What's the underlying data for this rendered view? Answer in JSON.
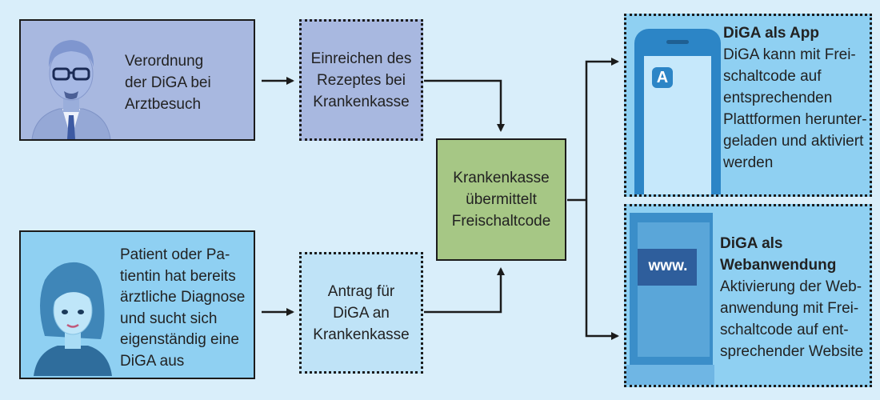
{
  "colors": {
    "background": "#d9eefa",
    "doctor_box": "#a8b8e0",
    "step_box_top": "#a8b8e0",
    "patient_box": "#8fd0f2",
    "step_box_bottom": "#bfe3f7",
    "center_box": "#a6c785",
    "output_box": "#8fd0f2"
  },
  "icons": {
    "doctor": "doctor-avatar-icon",
    "patient": "patient-avatar-icon",
    "app": "smartphone-app-icon",
    "web": "laptop-web-icon"
  },
  "doctor_box": {
    "lines": [
      "Verordnung",
      "der DiGA bei",
      "Arztbesuch"
    ]
  },
  "submit_box": {
    "lines": [
      "Einreichen des",
      "Rezeptes bei",
      "Krankenkasse"
    ]
  },
  "patient_box": {
    "lines": [
      "Patient oder Pa-",
      "tientin hat bereits",
      "ärztliche Diagnose",
      "und sucht sich",
      "eigenständig eine",
      "DiGA aus"
    ]
  },
  "request_box": {
    "lines": [
      "Antrag für",
      "DiGA an",
      "Krankenkasse"
    ]
  },
  "center_box": {
    "lines": [
      "Krankenkasse",
      "übermittelt",
      "Freischaltcode"
    ]
  },
  "app_box": {
    "phone_letter": "A",
    "title": "DiGA als App",
    "lines": [
      "DiGA kann mit Frei-",
      "schaltcode auf",
      "entsprechenden",
      "Plattformen herunter-",
      "geladen und aktiviert",
      "werden"
    ]
  },
  "web_box": {
    "screen_text": "www.",
    "title_lines": [
      "DiGA als",
      "Webanwendung"
    ],
    "lines": [
      "Aktivierung der Web-",
      "anwendung mit Frei-",
      "schaltcode auf ent-",
      "sprechender Website"
    ]
  }
}
